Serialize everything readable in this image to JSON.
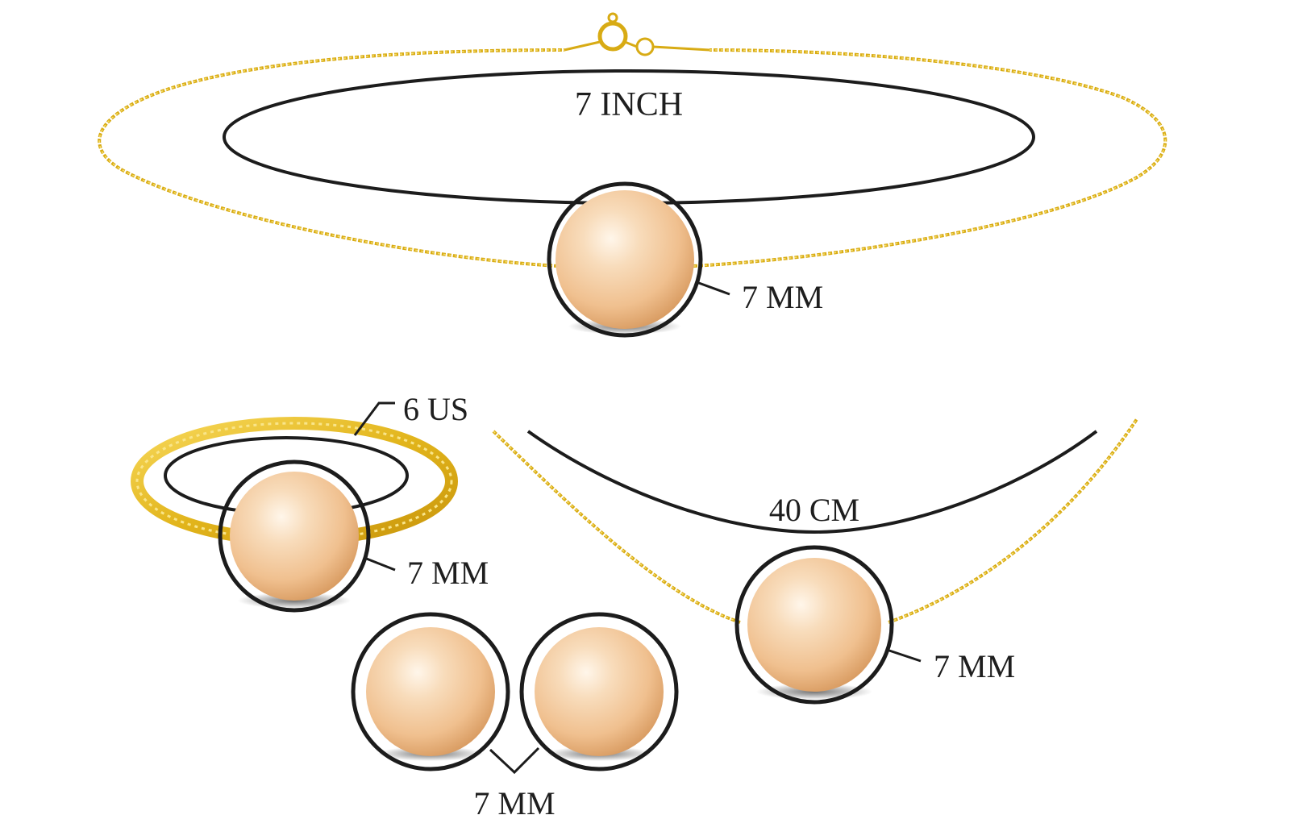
{
  "labels": {
    "bracelet_length": "7 INCH",
    "bracelet_pearl": "7 MM",
    "ring_size": "6 US",
    "ring_pearl": "7 MM",
    "necklace_length": "40 CM",
    "necklace_pearl": "7 MM",
    "earring_pearl": "7 MM"
  },
  "colors": {
    "gold": "#d6a80e",
    "gold_light": "#f3d24a",
    "pearl": "#f3c79a",
    "outline": "#1c1c1c"
  }
}
